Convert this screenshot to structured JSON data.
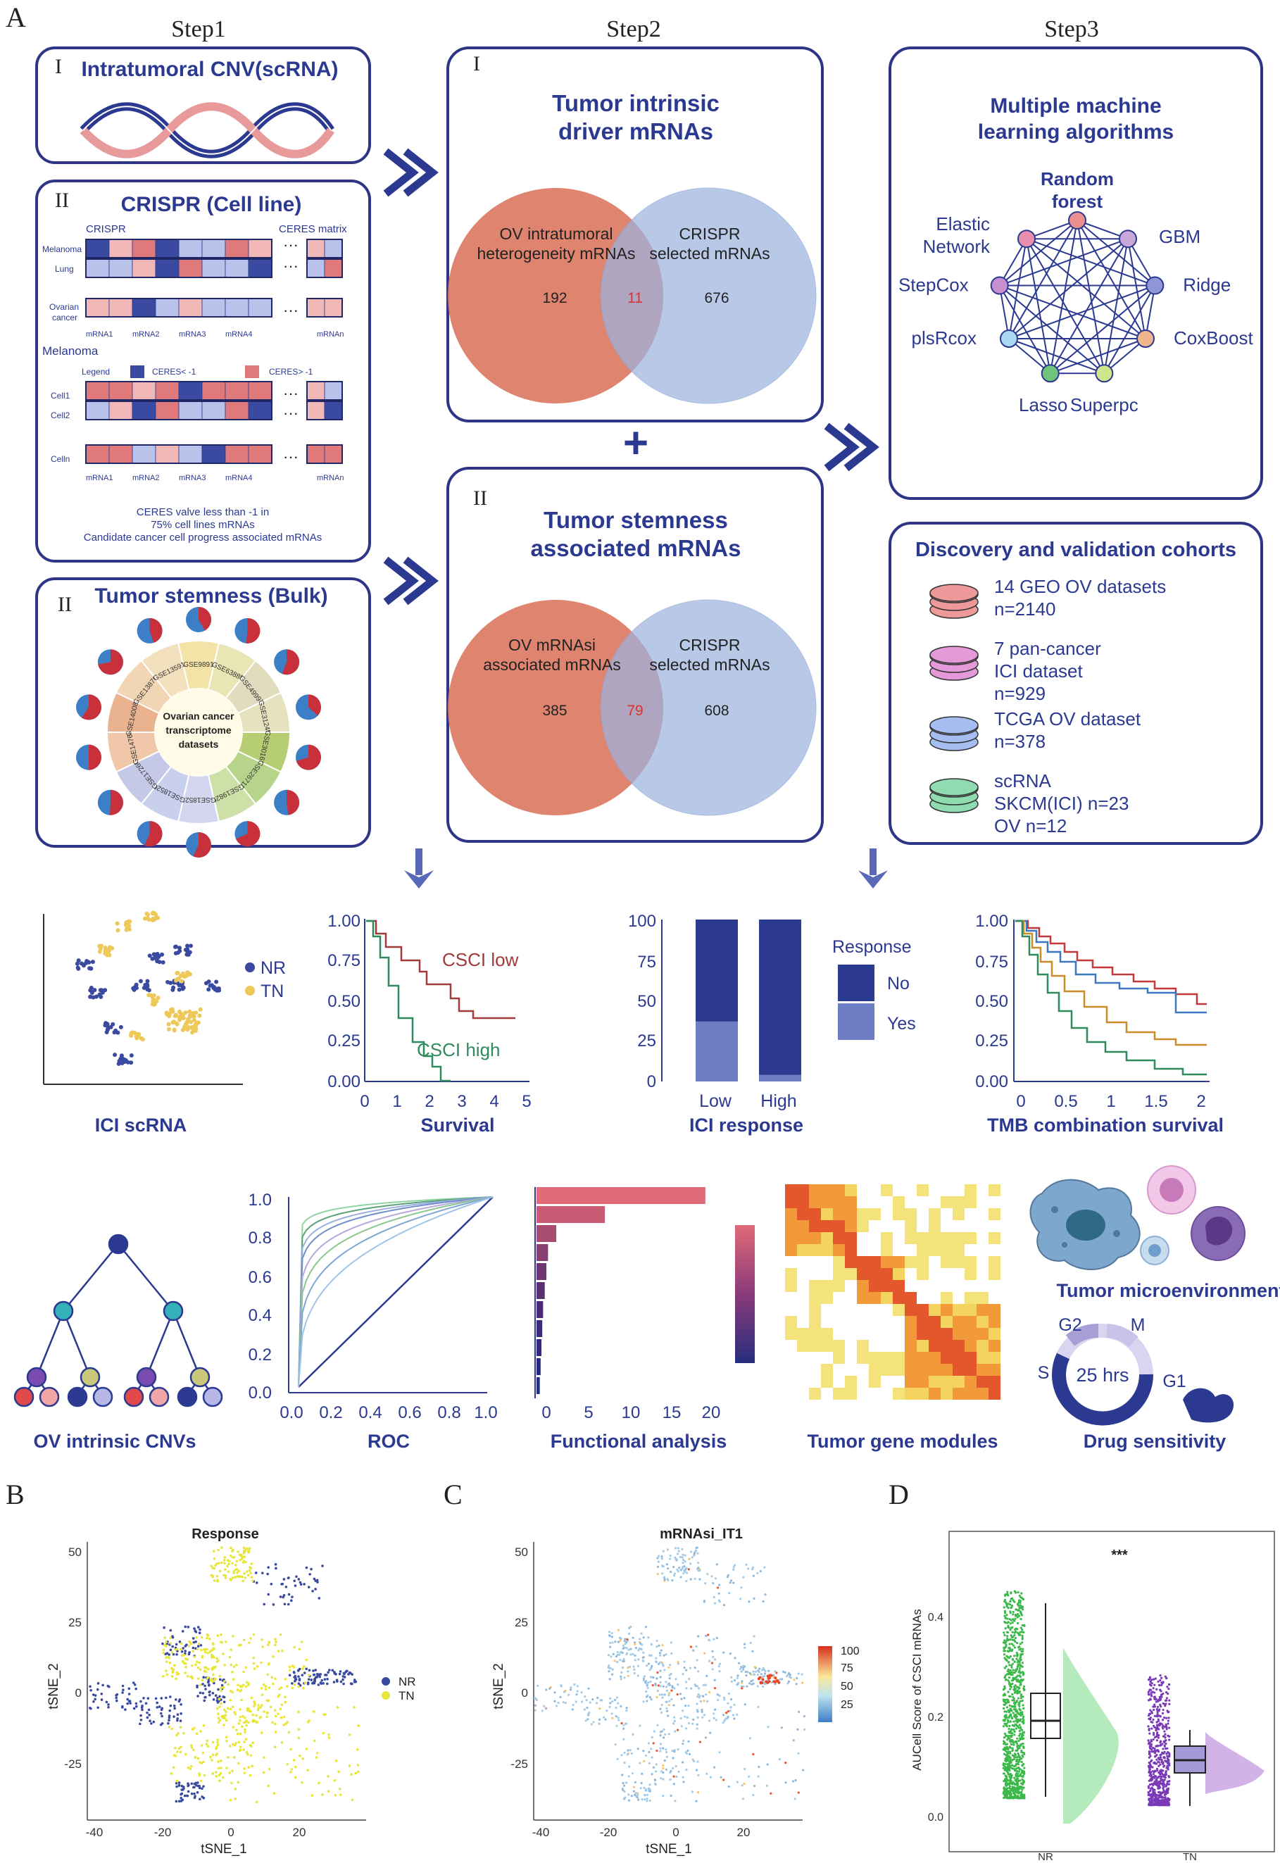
{
  "colors": {
    "navy": "#2b3990",
    "box_border": "#2e3586",
    "venn_left": "#dc7a63",
    "venn_right": "#9db3de",
    "nr_blue": "#3a4aa0",
    "tn_yellow": "#eec95a",
    "low_red": "#a33a3a",
    "high_green": "#2f8a5c",
    "resp_no": "#2c3b8f",
    "resp_yes": "#6d7ec4"
  },
  "panels": {
    "A": "A",
    "B": "B",
    "C": "C",
    "D": "D"
  },
  "steps": [
    "Step1",
    "Step2",
    "Step3"
  ],
  "step1": {
    "cnv": {
      "roman": "I",
      "title": "Intratumoral CNV(scRNA)"
    },
    "crispr": {
      "roman": "II",
      "title": "CRISPR (Cell line)",
      "crispr_label": "CRISPR",
      "ceres_matrix": "CERES matrix",
      "rows_top": [
        "Melanoma",
        "Lung",
        "Ovarian",
        "cancer"
      ],
      "cols": [
        "mRNA1",
        "mRNA2",
        "mRNA3",
        "mRNA4",
        "mRNAn"
      ],
      "melanoma_label": "Melanoma",
      "legend": "Legend",
      "ceres_lt": "CERES< -1",
      "ceres_gt": "CERES> -1",
      "rows_bottom": [
        "Cell1",
        "Cell2",
        "Celln"
      ],
      "dots": "⋮",
      "ellipsis": "···",
      "note": [
        "CERES valve less than -1 in",
        "75% cell lines mRNAs",
        "Candidate cancer cell progress associated mRNAs"
      ]
    },
    "stemness": {
      "roman": "II",
      "title": "Tumor stemness (Bulk)",
      "center": [
        "Ovarian cancer",
        "transcriptome",
        "datasets"
      ],
      "datasets": [
        "GSE9891",
        "GSE63885",
        "GSE49997",
        "GSE31245",
        "GSE30161",
        "GSE26712",
        "GSE19829",
        "GSE18521",
        "GSE18520",
        "GSE17260",
        "GSE14764",
        "GSE140082",
        "GSE13876",
        "GSE13591"
      ]
    }
  },
  "step2": {
    "driver": {
      "roman": "I",
      "title": [
        "Tumor intrinsic",
        "driver mRNAs"
      ],
      "left_label": [
        "OV intratumoral",
        "heterogeneity mRNAs"
      ],
      "right_label": [
        "CRISPR",
        "selected mRNAs"
      ],
      "left_n": "192",
      "overlap_n": "11",
      "right_n": "676"
    },
    "plus": "+",
    "stemness": {
      "roman": "II",
      "title": [
        "Tumor stemness",
        "associated mRNAs"
      ],
      "left_label": [
        "OV mRNAsi",
        "associated mRNAs"
      ],
      "right_label": [
        "CRISPR",
        "selected mRNAs"
      ],
      "left_n": "385",
      "overlap_n": "79",
      "right_n": "608"
    }
  },
  "step3": {
    "ml": {
      "title": [
        "Multiple machine",
        "learning algorithms"
      ],
      "algorithms": [
        "Random forest",
        "GBM",
        "Ridge",
        "CoxBoost",
        "Superpc",
        "Lasso",
        "plsRcox",
        "StepCox",
        "Elastic Network"
      ],
      "algo_colors": [
        "#e98f8f",
        "#c9a7d9",
        "#8f96d8",
        "#f0b58d",
        "#cfe58a",
        "#6fc37a",
        "#a9d8f0",
        "#c88fd0",
        "#e88fb0"
      ]
    },
    "cohorts": {
      "title": "Discovery and validation cohorts",
      "items": [
        {
          "lines": [
            "14 GEO OV datasets",
            "n=2140"
          ],
          "color": "#ee9999"
        },
        {
          "lines": [
            "7 pan-cancer",
            "ICI dataset",
            "n=929"
          ],
          "color": "#e49ad8"
        },
        {
          "lines": [
            "TCGA OV dataset",
            "n=378"
          ],
          "color": "#a5bdf0"
        },
        {
          "lines": [
            "scRNA",
            "SKCM(ICI) n=23",
            "OV n=12"
          ],
          "color": "#8fdcb0"
        }
      ]
    }
  },
  "row1": {
    "ici_scrna": {
      "caption": "ICI scRNA",
      "legend": [
        "NR",
        "TN"
      ]
    },
    "survival": {
      "caption": "Survival",
      "yticks": [
        "0.00",
        "0.25",
        "0.50",
        "0.75",
        "1.00"
      ],
      "xticks": [
        "0",
        "1",
        "2",
        "3",
        "4",
        "5"
      ],
      "low_label": "CSCI low",
      "high_label": "CSCI high"
    },
    "ici_response": {
      "caption": "ICI response",
      "chart_data": {
        "type": "bar",
        "categories": [
          "Low",
          "High"
        ],
        "series": [
          {
            "name": "Yes",
            "values": [
              37,
              4
            ]
          },
          {
            "name": "No",
            "values": [
              63,
              96
            ]
          }
        ],
        "ylim": [
          0,
          100
        ],
        "yticks": [
          "0",
          "25",
          "50",
          "75",
          "100"
        ],
        "legend_title": "Response"
      }
    },
    "tmb": {
      "caption": "TMB combination survival",
      "yticks": [
        "0.00",
        "0.25",
        "0.50",
        "0.75",
        "1.00"
      ],
      "xticks": [
        "0",
        "0.5",
        "1",
        "1.5",
        "2"
      ]
    }
  },
  "row2": {
    "cnv": {
      "caption": "OV intrinsic CNVs"
    },
    "roc": {
      "caption": "ROC",
      "yticks": [
        "0.0",
        "0.2",
        "0.4",
        "0.6",
        "0.8",
        "1.0"
      ],
      "xticks": [
        "0.0",
        "0.2",
        "0.4",
        "0.6",
        "0.8",
        "1.0"
      ]
    },
    "functional": {
      "caption": "Functional analysis",
      "xticks": [
        "0",
        "5",
        "10",
        "15",
        "20"
      ],
      "bar_values": [
        20.5,
        8.3,
        2.4,
        1.4,
        1.2,
        1.0,
        0.8,
        0.7,
        0.6,
        0.5,
        0.4
      ]
    },
    "modules": {
      "caption": "Tumor gene modules"
    },
    "tme": {
      "caption": "Tumor microenvironment"
    },
    "drug": {
      "caption": "Drug sensitivity",
      "cycle_center": "25 hrs",
      "phases": [
        "G2",
        "M",
        "S",
        "G1"
      ]
    }
  },
  "panelB": {
    "title": "Response",
    "xlabel": "tSNE_1",
    "ylabel": "tSNE_2",
    "xticks": [
      "-40",
      "-20",
      "0",
      "20"
    ],
    "yticks": [
      "-25",
      "0",
      "25",
      "50"
    ],
    "legend": [
      "NR",
      "TN"
    ]
  },
  "panelC": {
    "title": "mRNAsi_IT1",
    "xlabel": "tSNE_1",
    "ylabel": "tSNE_2",
    "xticks": [
      "-40",
      "-20",
      "0",
      "20"
    ],
    "yticks": [
      "-25",
      "0",
      "25",
      "50"
    ],
    "colorbar": [
      "100",
      "75",
      "50",
      "25"
    ]
  },
  "panelD": {
    "ylabel": "AUCell Score of CSCI mRNAs",
    "yticks": [
      "0.0",
      "0.2",
      "0.4"
    ],
    "groups": [
      "NR",
      "TN"
    ],
    "significance": "***"
  }
}
